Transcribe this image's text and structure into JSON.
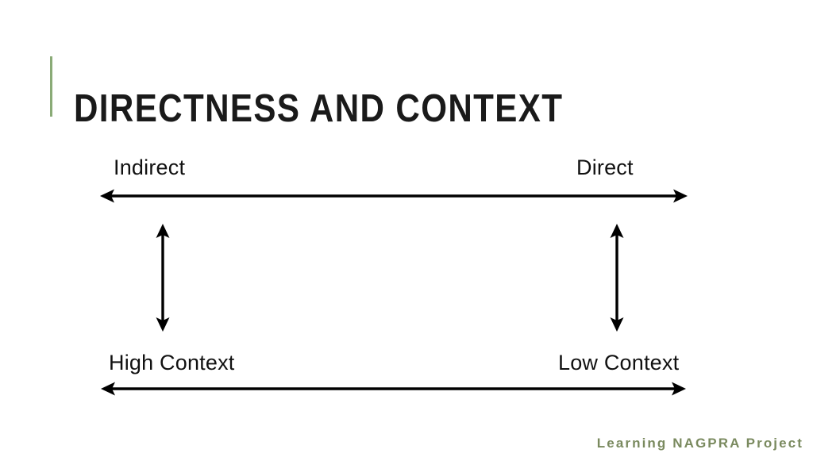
{
  "slide": {
    "title": "DIRECTNESS AND CONTEXT",
    "background_color": "#ffffff",
    "accent_color": "#8aab77",
    "text_color": "#111111"
  },
  "diagram": {
    "labels": {
      "top_left": "Indirect",
      "top_right": "Direct",
      "bottom_left": "High Context",
      "bottom_right": "Low Context"
    },
    "arrows": [
      {
        "name": "directness-axis",
        "orientation": "horizontal",
        "heads": "both"
      },
      {
        "name": "context-axis",
        "orientation": "horizontal",
        "heads": "both"
      },
      {
        "name": "indirect-to-high-context-link",
        "orientation": "vertical",
        "heads": "both"
      },
      {
        "name": "direct-to-low-context-link",
        "orientation": "vertical",
        "heads": "both"
      }
    ]
  },
  "footer": {
    "brand": "Learning NAGPRA Project",
    "color": "#7a8a5f"
  }
}
